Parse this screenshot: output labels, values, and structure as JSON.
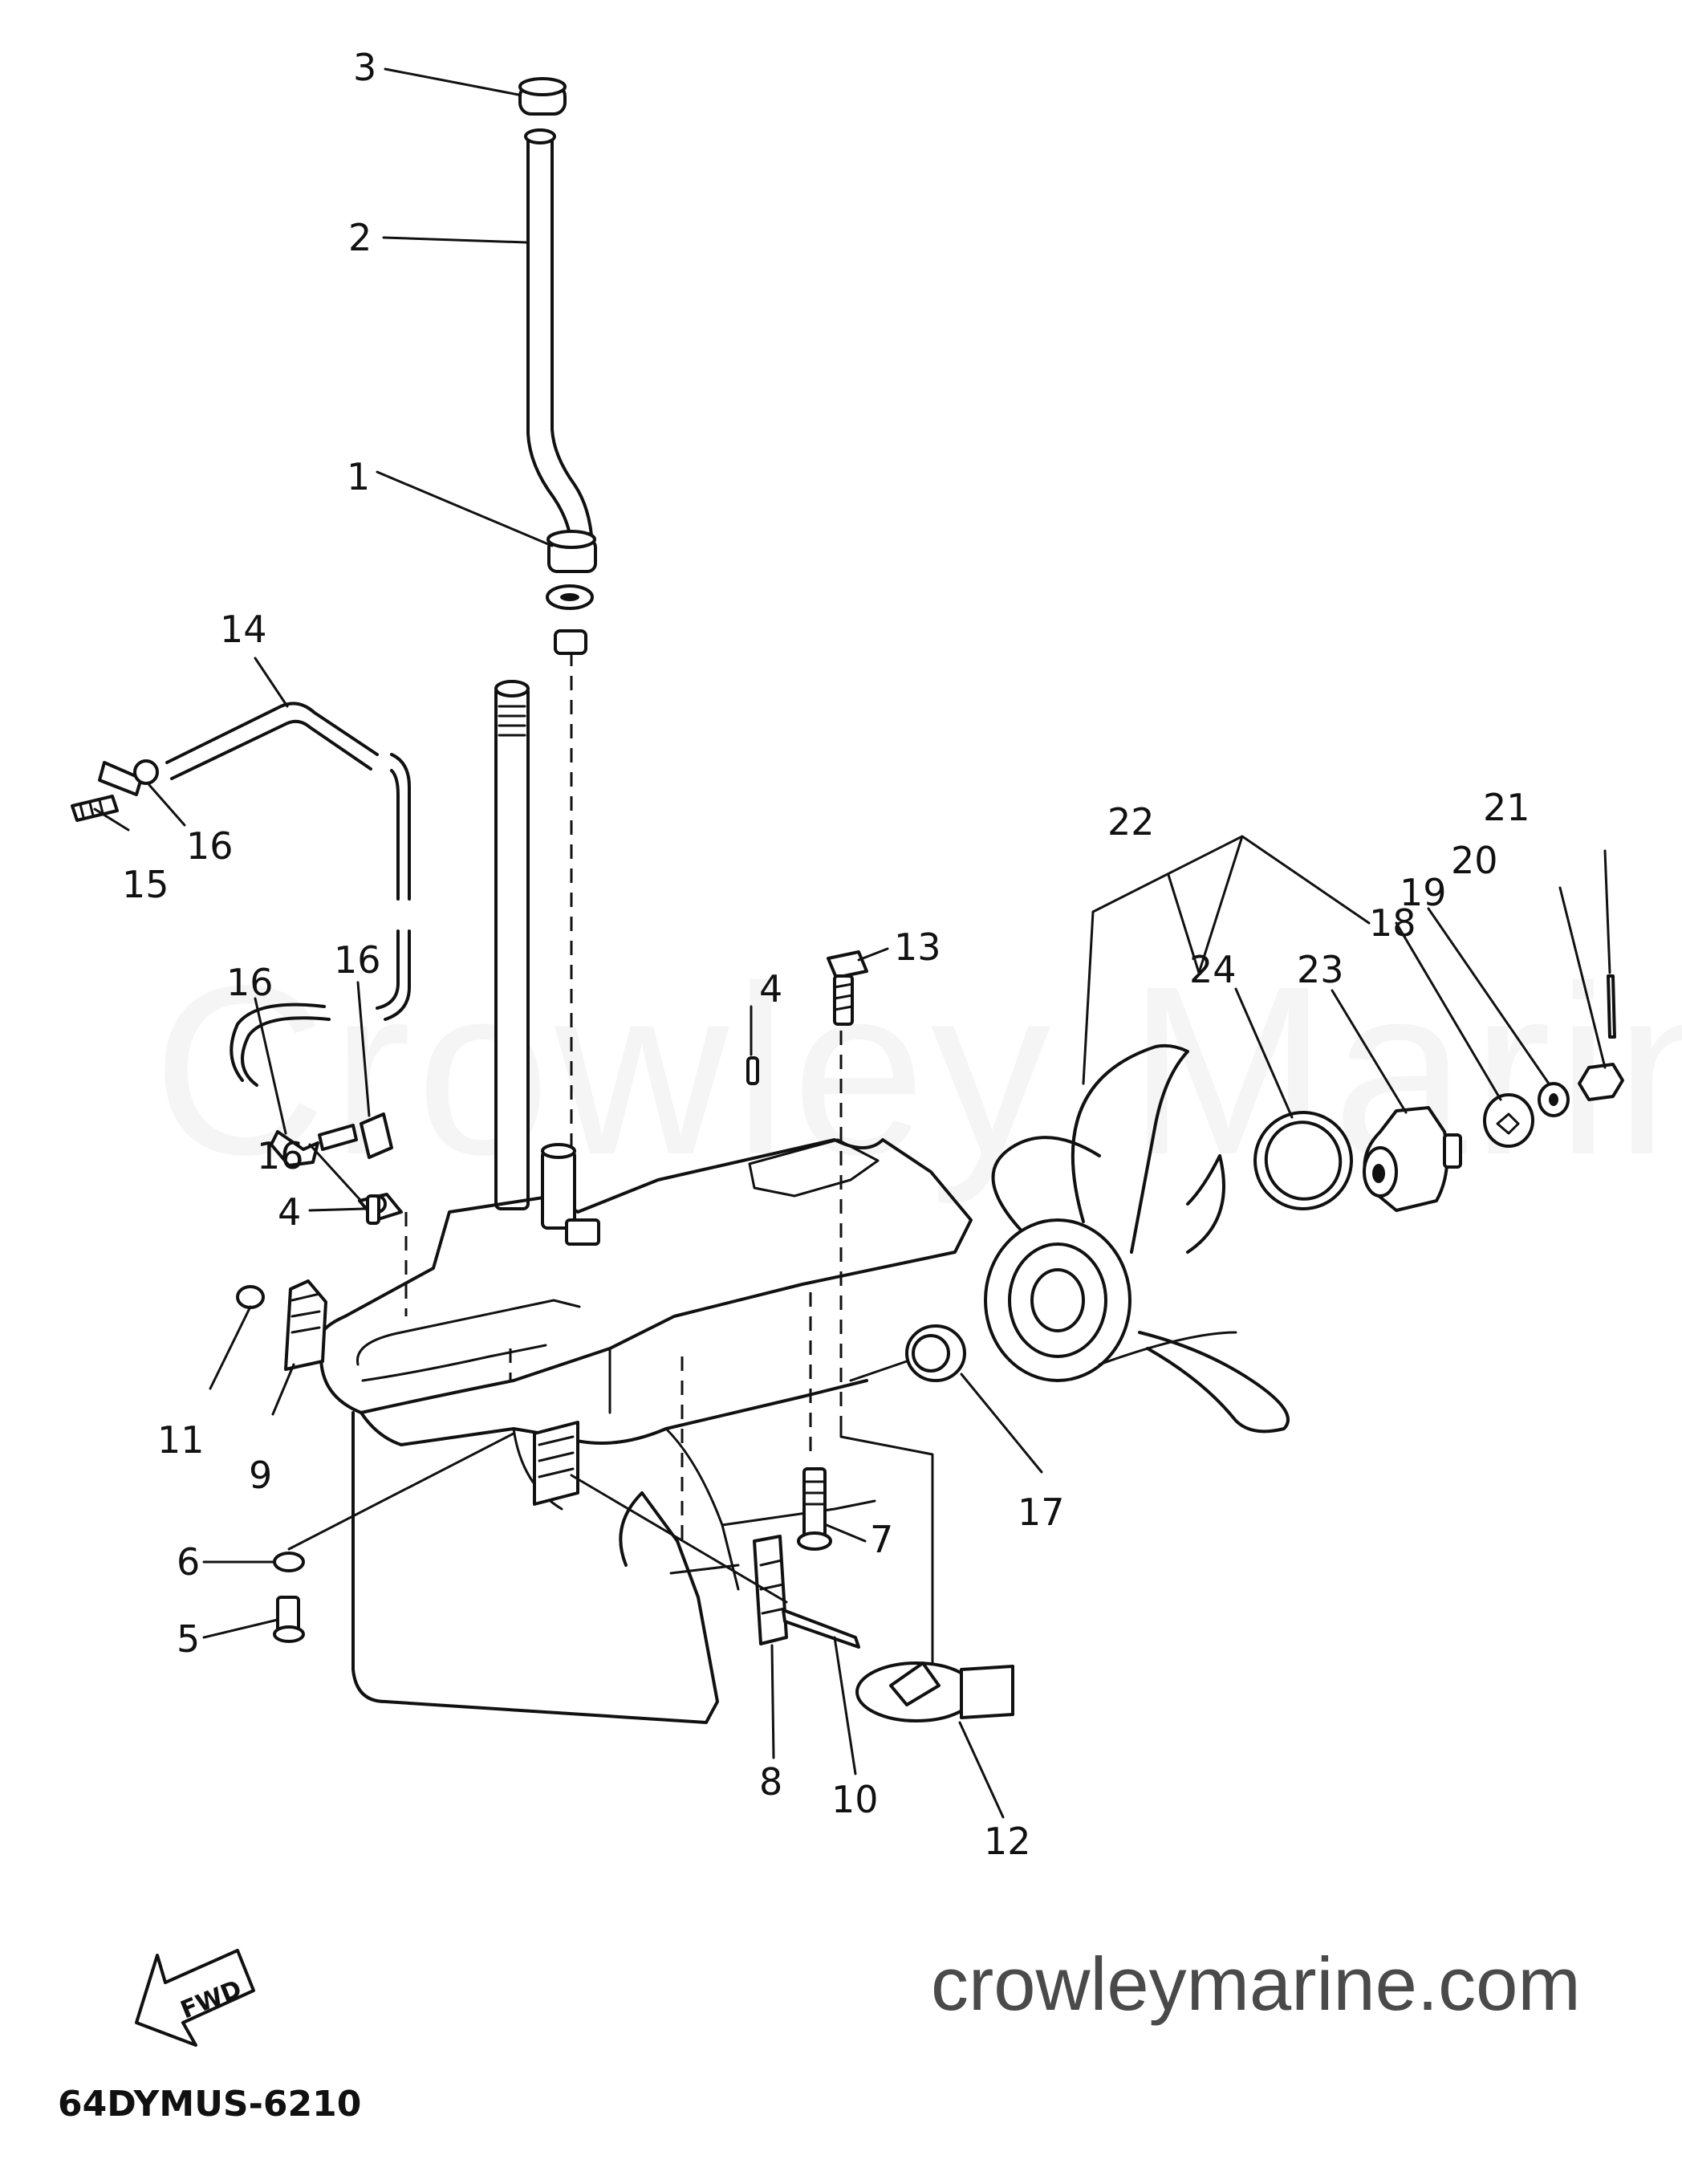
{
  "watermark": "Crowley Marine",
  "site": "crowleymarine.com",
  "drawing_number": "64DYMUS-6210",
  "fwd_label": "FWD",
  "callouts": [
    {
      "id": "3",
      "label": "3"
    },
    {
      "id": "2",
      "label": "2"
    },
    {
      "id": "1",
      "label": "1"
    },
    {
      "id": "14",
      "label": "14"
    },
    {
      "id": "16a",
      "label": "16"
    },
    {
      "id": "15",
      "label": "15"
    },
    {
      "id": "16b",
      "label": "16"
    },
    {
      "id": "16c",
      "label": "16"
    },
    {
      "id": "16d",
      "label": "16"
    },
    {
      "id": "4a",
      "label": "4"
    },
    {
      "id": "4b",
      "label": "4"
    },
    {
      "id": "13",
      "label": "13"
    },
    {
      "id": "22",
      "label": "22"
    },
    {
      "id": "21",
      "label": "21"
    },
    {
      "id": "20",
      "label": "20"
    },
    {
      "id": "19",
      "label": "19"
    },
    {
      "id": "18",
      "label": "18"
    },
    {
      "id": "24",
      "label": "24"
    },
    {
      "id": "23",
      "label": "23"
    },
    {
      "id": "11",
      "label": "11"
    },
    {
      "id": "9",
      "label": "9"
    },
    {
      "id": "6",
      "label": "6"
    },
    {
      "id": "5",
      "label": "5"
    },
    {
      "id": "17",
      "label": "17"
    },
    {
      "id": "7",
      "label": "7"
    },
    {
      "id": "8",
      "label": "8"
    },
    {
      "id": "10",
      "label": "10"
    },
    {
      "id": "12",
      "label": "12"
    }
  ]
}
